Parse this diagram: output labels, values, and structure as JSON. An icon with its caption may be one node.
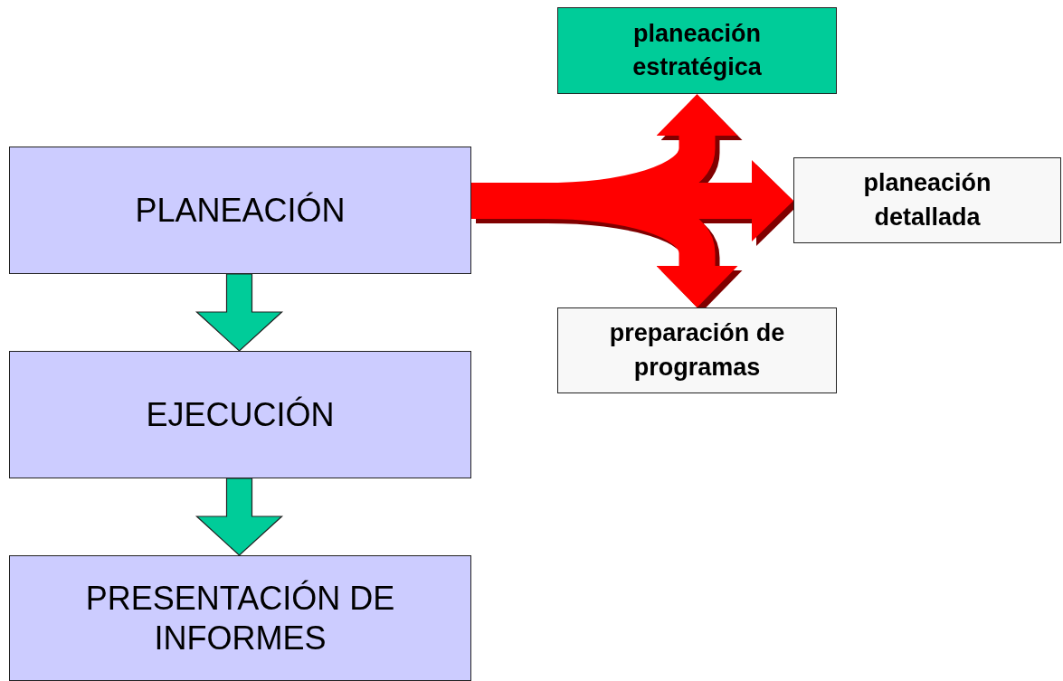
{
  "diagram": {
    "nodes": [
      {
        "text": [
          "PLANEACIÓN"
        ]
      },
      {
        "text": [
          "EJECUCIÓN"
        ]
      },
      {
        "text": [
          "PRESENTACIÓN DE INFORMES"
        ]
      },
      {
        "text": [
          "planeación estratégica"
        ]
      },
      {
        "text": [
          "planeación detallada"
        ]
      },
      {
        "text": [
          "preparación de programas"
        ]
      }
    ],
    "edges": [
      {
        "from": 0,
        "to": 1,
        "arrow": "to",
        "color": "#00cc99"
      },
      {
        "from": 1,
        "to": 2,
        "arrow": "to",
        "color": "#00cc99"
      },
      {
        "from": 0,
        "to": 3,
        "arrow": "to"
      },
      {
        "from": 0,
        "to": 4,
        "arrow": "to"
      },
      {
        "from": 0,
        "to": 5,
        "arrow": "to"
      }
    ]
  }
}
